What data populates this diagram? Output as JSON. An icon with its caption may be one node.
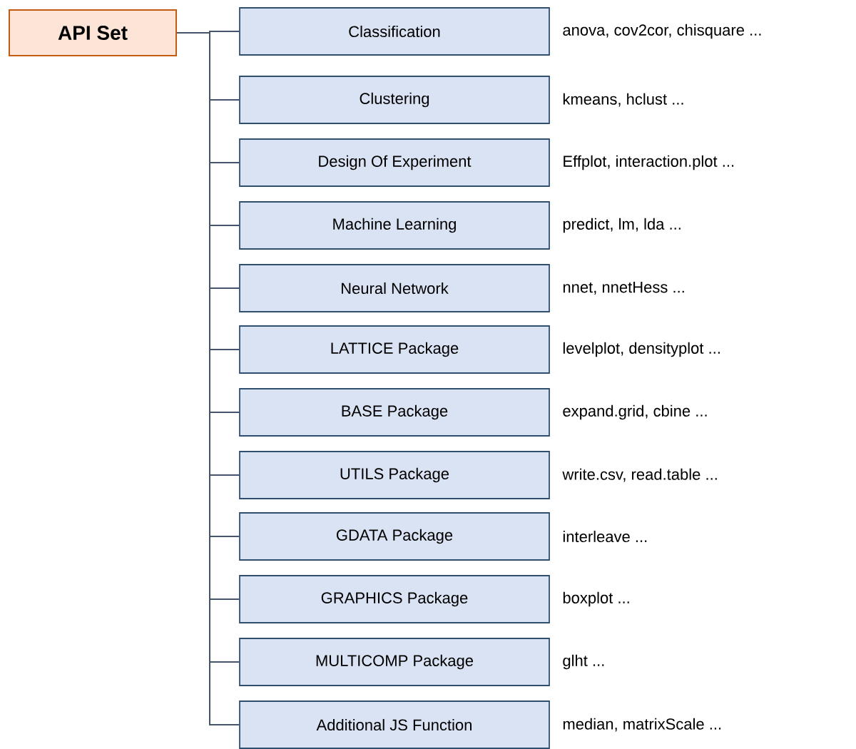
{
  "diagram": {
    "nodes": [
      {
        "text": [
          "API Set"
        ]
      },
      {
        "text": [
          "Classification"
        ],
        "beside": [
          "anova, cov2cor, chisquare ..."
        ]
      },
      {
        "text": [
          "Clustering"
        ],
        "beside": [
          "kmeans, hclust ..."
        ]
      },
      {
        "text": [
          "Design Of Experiment"
        ],
        "beside": [
          "Effplot, interaction.plot ..."
        ]
      },
      {
        "text": [
          "Machine Learning"
        ],
        "beside": [
          "predict, lm, lda ..."
        ]
      },
      {
        "text": [
          "Neural Network"
        ],
        "beside": [
          "nnet, nnetHess ..."
        ]
      },
      {
        "text": [
          "LATTICE Package"
        ],
        "beside": [
          "levelplot, densityplot ..."
        ]
      },
      {
        "text": [
          "BASE Package"
        ],
        "beside": [
          "expand.grid, cbine ..."
        ]
      },
      {
        "text": [
          "UTILS Package"
        ],
        "beside": [
          "write.csv, read.table ..."
        ]
      },
      {
        "text": [
          "GDATA Package"
        ],
        "beside": [
          "interleave ..."
        ]
      },
      {
        "text": [
          "GRAPHICS Package"
        ],
        "beside": [
          "boxplot ..."
        ]
      },
      {
        "text": [
          "MULTICOMP Package"
        ],
        "beside": [
          "glht ..."
        ]
      },
      {
        "text": [
          "Additional JS Function"
        ],
        "beside": [
          "median, matrixScale ..."
        ]
      }
    ],
    "edges": [
      {
        "from": 0,
        "to": 1,
        "arrow": "none"
      },
      {
        "from": 0,
        "to": 2,
        "arrow": "none"
      },
      {
        "from": 0,
        "to": 3,
        "arrow": "none"
      },
      {
        "from": 0,
        "to": 4,
        "arrow": "none"
      },
      {
        "from": 0,
        "to": 5,
        "arrow": "none"
      },
      {
        "from": 0,
        "to": 6,
        "arrow": "none"
      },
      {
        "from": 0,
        "to": 7,
        "arrow": "none"
      },
      {
        "from": 0,
        "to": 8,
        "arrow": "none"
      },
      {
        "from": 0,
        "to": 9,
        "arrow": "none"
      },
      {
        "from": 0,
        "to": 10,
        "arrow": "none"
      },
      {
        "from": 0,
        "to": 11,
        "arrow": "none"
      },
      {
        "from": 0,
        "to": 12,
        "arrow": "none"
      }
    ]
  }
}
